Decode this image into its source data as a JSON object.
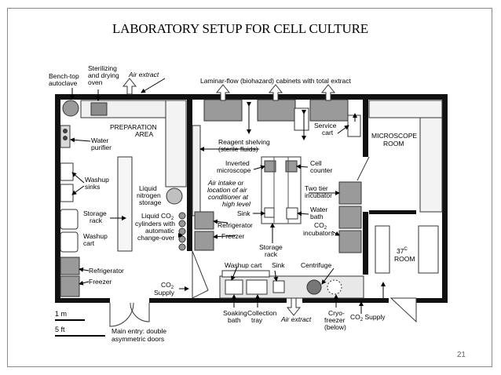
{
  "title": "LABORATORY SETUP FOR CELL CULTURE",
  "page_number": "21",
  "labels": {
    "bench_top_autoclave": [
      "Bench-top",
      "autoclave"
    ],
    "sterilizing_oven": [
      "Sterilizing",
      "and drying",
      "oven"
    ],
    "air_extract_top": "Air extract",
    "laminar_flow": "Laminar-flow (biohazard) cabinets with total extract",
    "preparation_area": [
      "PREPARATION",
      "AREA"
    ],
    "water_purifier": [
      "Water",
      "purifier"
    ],
    "washup_sinks": [
      "Washup",
      "sinks"
    ],
    "liquid_nitrogen": [
      "Liquid",
      "nitrogen",
      "storage"
    ],
    "storage_rack_left": [
      "Storage",
      "rack"
    ],
    "washup_cart_left": [
      "Washup",
      "cart"
    ],
    "liquid_co2": [
      "Liquid CO",
      "cylinders with",
      "automatic",
      "change-over"
    ],
    "refrigerator_left": "Refrigerator",
    "freezer_left": "Freezer",
    "co2_supply_left": [
      "CO",
      "Supply"
    ],
    "reagent_shelving": [
      "Reagent shelving",
      "(sterile fluids)"
    ],
    "service_cart": [
      "Service",
      "cart"
    ],
    "inverted_microscope": [
      "Inverted",
      "microscope"
    ],
    "cell_counter": [
      "Cell",
      "counter"
    ],
    "air_intake": [
      "Air intake or",
      "location of air",
      "conditioner at",
      "high level"
    ],
    "two_tier_incubator": [
      "Two tier",
      "incubator"
    ],
    "sink_center": "Sink",
    "water_bath": [
      "Water",
      "bath"
    ],
    "refrigerator_center": "Refrigerator",
    "freezer_center": "Freezer",
    "co2_incubators": [
      "CO",
      "incubators"
    ],
    "storage_rack_center": [
      "Storage",
      "rack"
    ],
    "microscope_room": [
      "MICROSCOPE",
      "ROOM"
    ],
    "room_37c": [
      "37",
      "C",
      "ROOM"
    ],
    "washup_cart_bottom": "Washup cart",
    "sink_bottom": "Sink",
    "centrifuge": "Centrifuge",
    "soaking_bath": [
      "Soaking",
      "bath"
    ],
    "collection_tray": [
      "Collection",
      "tray"
    ],
    "air_extract_bottom": "Air extract",
    "cryo_freezer": [
      "Cryo-",
      "freezer",
      "(below)"
    ],
    "co2_supply_right": [
      "CO",
      "Supply"
    ],
    "main_entry": [
      "Main entry: double",
      "asymmetric doors"
    ],
    "scale_1m": "1 m",
    "scale_5ft": "5 ft",
    "subscript_2": "2",
    "degree_o": "o"
  }
}
